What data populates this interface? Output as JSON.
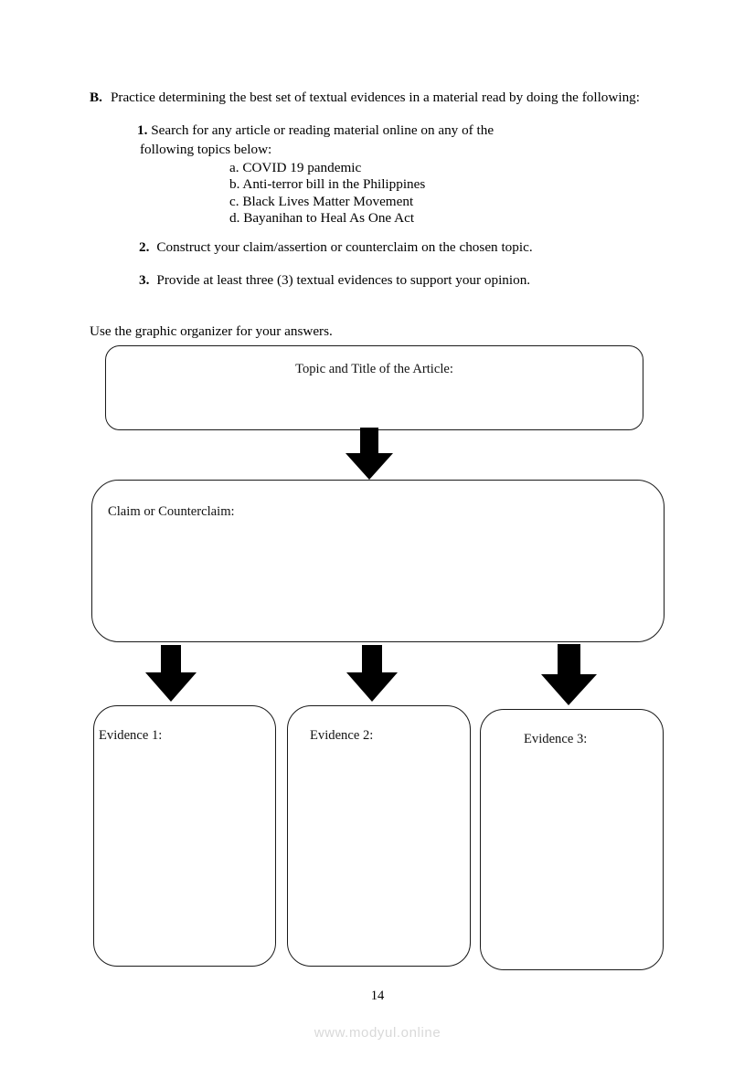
{
  "page": {
    "number": "14",
    "watermark": "www.modyul.online"
  },
  "instructions": {
    "section_letter": "B.",
    "intro_text": "Practice determining the best set of textual evidences in a material read by doing the following:",
    "items": [
      {
        "number": "1.",
        "text": "Search for any article or reading material online on any of the",
        "continuation": "following topics below:",
        "subitems": [
          "a. COVID 19 pandemic",
          "b. Anti-terror bill in the Philippines",
          "c. Black Lives Matter Movement",
          "d. Bayanihan to Heal As One Act"
        ]
      },
      {
        "number": "2.",
        "text": "Construct your claim/assertion or counterclaim on the chosen topic.",
        "continuation": "",
        "subitems": []
      },
      {
        "number": "3.",
        "text": "Provide at least three (3) textual evidences to support your opinion.",
        "continuation": "",
        "subitems": []
      }
    ],
    "organizer_intro": "Use the graphic organizer for your answers."
  },
  "organizer": {
    "topic_box_label": "Topic and Title of the Article:",
    "claim_box_label": "Claim or Counterclaim:",
    "evidence_boxes": [
      {
        "label": "Evidence 1:"
      },
      {
        "label": "Evidence 2:"
      },
      {
        "label": "Evidence 3:"
      }
    ],
    "arrow_icon_name": "down-arrow-icon",
    "border_color": "#1a1a1a",
    "arrow_color": "#000000"
  }
}
